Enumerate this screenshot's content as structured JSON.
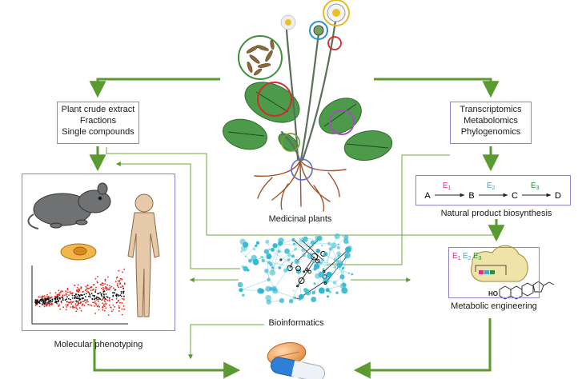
{
  "left_box": {
    "lines": [
      "Plant crude extract",
      "Fractions",
      "Single compounds"
    ]
  },
  "right_box": {
    "lines": [
      "Transcriptomics",
      "Metabolomics",
      "Phylogenomics"
    ]
  },
  "pathway": {
    "nodes": [
      "A",
      "B",
      "C",
      "D"
    ],
    "enzymes": [
      {
        "letter": "E",
        "sub": "1",
        "color": "#d6338f"
      },
      {
        "letter": "E",
        "sub": "2",
        "color": "#3aa8d8"
      },
      {
        "letter": "E",
        "sub": "3",
        "color": "#2e8b3a"
      }
    ],
    "caption": "Natural product biosynthesis"
  },
  "engineering": {
    "enzymes": [
      {
        "letter": "E",
        "sub": "1",
        "color": "#d6338f"
      },
      {
        "letter": "E",
        "sub": "2",
        "color": "#3aa8d8"
      },
      {
        "letter": "E",
        "sub": "3",
        "color": "#2e8b3a"
      }
    ],
    "molecule_label": "HO",
    "caption": "Metabolic engineering"
  },
  "labels": {
    "medicinal_plants": "Medicinal plants",
    "bioinformatics": "Bioinformatics",
    "molecular_phenotyping": "Molecular phenotyping"
  },
  "colors": {
    "arrow_green": "#5a9a2e",
    "box_border": "#8f86c9",
    "leaf": "#4c9a4a",
    "root": "#a0522d",
    "circle_red": "#d22b2b",
    "circle_yellow": "#e8b820",
    "circle_blue": "#2b8fd2",
    "circle_purple": "#a54fbf",
    "circle_green": "#6aa82f",
    "network_cyan": "#2fb6d0",
    "scatter_red": "#e02a1a"
  }
}
